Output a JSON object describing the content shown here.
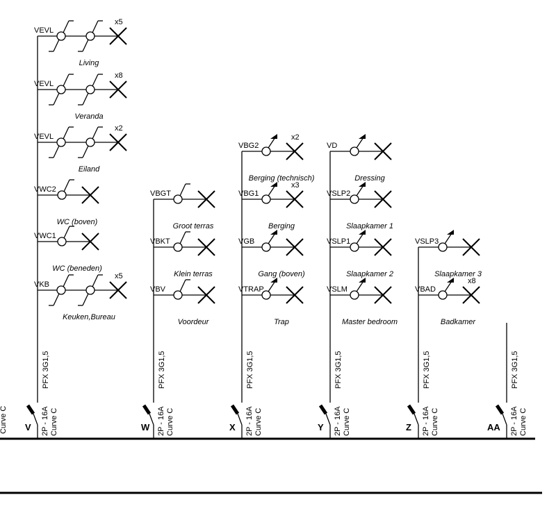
{
  "columns": [
    {
      "id": "V",
      "letter": "V",
      "cable": "PFX 3G1,5",
      "breaker": [
        "2P - 16A",
        "Curve C"
      ],
      "circuits": [
        {
          "label": "VEVL",
          "room": "Living",
          "count": "x5",
          "switch": "double"
        },
        {
          "label": "VEVL",
          "room": "Veranda",
          "count": "x8",
          "switch": "double"
        },
        {
          "label": "VEVL",
          "room": "Eiland",
          "count": "x2",
          "switch": "double"
        },
        {
          "label": "VWC2",
          "room": "WC (boven)",
          "count": "",
          "switch": "single"
        },
        {
          "label": "VWC1",
          "room": "WC (beneden)",
          "count": "",
          "switch": "single"
        },
        {
          "label": "VKB",
          "room": "Keuken,Bureau",
          "count": "x5",
          "switch": "double"
        }
      ]
    },
    {
      "id": "W",
      "letter": "W",
      "cable": "PFX 3G1,5",
      "breaker": [
        "2P - 16A",
        "Curve C"
      ],
      "circuits": [
        {
          "label": "VBGT",
          "room": "Groot terras",
          "count": "",
          "switch": "single"
        },
        {
          "label": "VBKT",
          "room": "Klein terras",
          "count": "",
          "switch": "single"
        },
        {
          "label": "VBV",
          "room": "Voordeur",
          "count": "",
          "switch": "single"
        }
      ]
    },
    {
      "id": "X",
      "letter": "X",
      "cable": "PFX 3G1,5",
      "breaker": [
        "2P - 16A",
        "Curve C"
      ],
      "circuits": [
        {
          "label": "VBG2",
          "room": "Berging (technisch)",
          "count": "x2",
          "switch": "sensor"
        },
        {
          "label": "VBG1",
          "room": "Berging",
          "count": "x3",
          "switch": "sensor"
        },
        {
          "label": "VGB",
          "room": "Gang (boven)",
          "count": "",
          "switch": "sensor"
        },
        {
          "label": "VTRAP",
          "room": "Trap",
          "count": "",
          "switch": "sensor"
        }
      ]
    },
    {
      "id": "Y",
      "letter": "Y",
      "cable": "PFX 3G1,5",
      "breaker": [
        "2P - 16A",
        "Curve C"
      ],
      "circuits": [
        {
          "label": "VD",
          "room": "Dressing",
          "count": "",
          "switch": "sensor"
        },
        {
          "label": "VSLP2",
          "room": "Slaapkamer 1",
          "count": "",
          "switch": "sensor"
        },
        {
          "label": "VSLP1",
          "room": "Slaapkamer 2",
          "count": "",
          "switch": "sensor"
        },
        {
          "label": "VSLM",
          "room": "Master bedroom",
          "count": "",
          "switch": "sensor"
        }
      ]
    },
    {
      "id": "Z",
      "letter": "Z",
      "cable": "PFX 3G1,5",
      "breaker": [
        "2P - 16A",
        "Curve C"
      ],
      "circuits": [
        {
          "label": "VSLP3",
          "room": "Slaapkamer 3",
          "count": "",
          "switch": "sensor"
        },
        {
          "label": "VBAD",
          "room": "Badkamer",
          "count": "x8",
          "switch": "sensor"
        }
      ]
    },
    {
      "id": "AA",
      "letter": "AA",
      "cable": "PFX 3G1,5",
      "breaker": [
        "2P - 16A",
        "Curve C"
      ],
      "circuits": []
    }
  ],
  "left_edge_text": "Curve C"
}
